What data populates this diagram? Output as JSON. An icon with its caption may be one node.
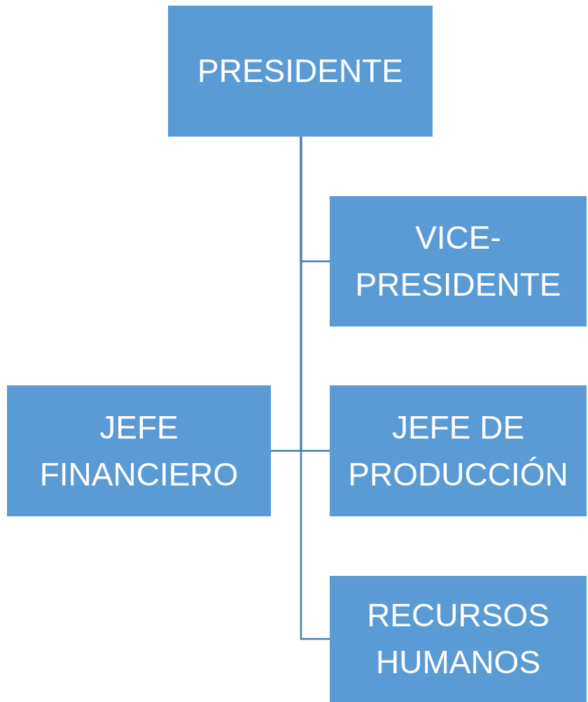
{
  "diagram": {
    "nodes": [
      {
        "text": [
          "PRESIDENTE"
        ]
      },
      {
        "text": [
          "VICE- PRESIDENTE"
        ]
      },
      {
        "text": [
          "JEFE FINANCIERO"
        ]
      },
      {
        "text": [
          "JEFE DE PRODUCCIÓN"
        ]
      },
      {
        "text": [
          "RECURSOS HUMANOS"
        ]
      }
    ],
    "edges": [
      {
        "from": 0,
        "to": 1,
        "arrow": "none"
      },
      {
        "from": 0,
        "to": 2,
        "arrow": "none"
      },
      {
        "from": 0,
        "to": 3,
        "arrow": "none"
      },
      {
        "from": 0,
        "to": 4,
        "arrow": "none"
      }
    ]
  }
}
